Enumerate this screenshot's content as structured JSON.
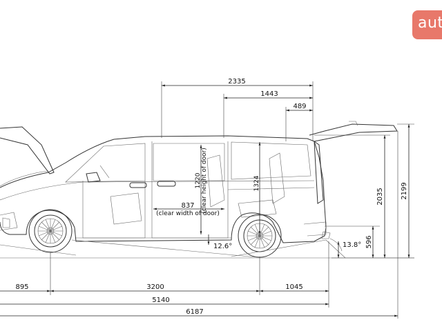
{
  "brand": {
    "logo_text": "aut",
    "color": "#e8786a"
  },
  "dimensions": {
    "d2335": "2335",
    "d1443": "1443",
    "d489": "489",
    "d2035": "2035",
    "d2199": "2199",
    "d596": "596",
    "angle_rear": "13.8°",
    "angle_mid": "12.6°",
    "d1220": "1220",
    "door_height_note": "(clear height of door)",
    "d1324": "1324",
    "d837": "837",
    "door_width_note": "(clear width of door)",
    "d895": "895",
    "d3200": "3200",
    "d1045": "1045",
    "d5140": "5140",
    "d6187": "6187"
  }
}
